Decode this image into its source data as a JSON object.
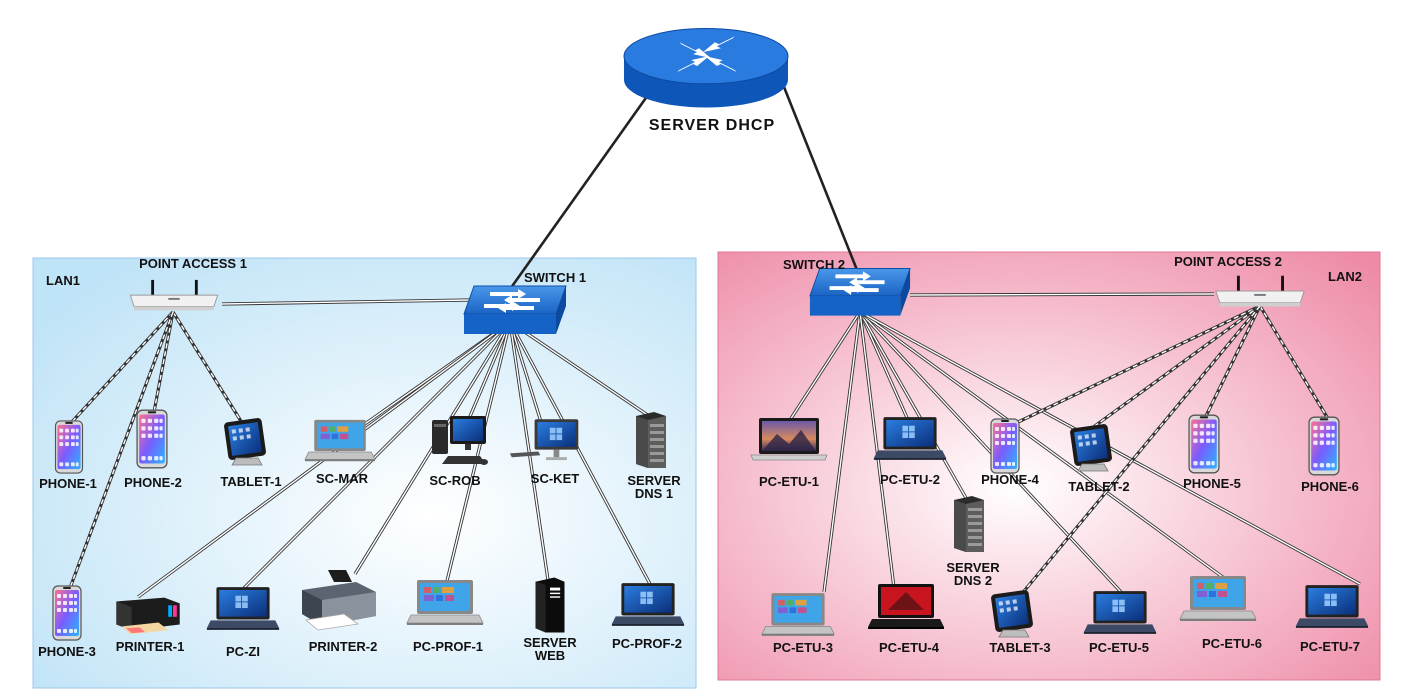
{
  "router": {
    "label": "SERVER DHCP",
    "icon": "router-icon"
  },
  "lan1": {
    "zone_label": "LAN1",
    "switch_label": "SWITCH 1",
    "access_point_label": "POINT ACCESS 1",
    "devices": [
      {
        "key": "phone1",
        "label": "PHONE-1",
        "icon": "smartphone-icon"
      },
      {
        "key": "phone2",
        "label": "PHONE-2",
        "icon": "smartphone-icon"
      },
      {
        "key": "tablet1",
        "label": "TABLET-1",
        "icon": "tablet-icon"
      },
      {
        "key": "scmar",
        "label": "SC-MAR",
        "icon": "laptop-icon"
      },
      {
        "key": "scrob",
        "label": "SC-ROB",
        "icon": "desktop-computer-icon"
      },
      {
        "key": "scket",
        "label": "SC-KET",
        "icon": "all-in-one-pc-icon"
      },
      {
        "key": "dns1",
        "label": [
          "SERVER",
          "DNS 1"
        ],
        "icon": "server-rack-icon"
      },
      {
        "key": "phone3",
        "label": "PHONE-3",
        "icon": "smartphone-icon"
      },
      {
        "key": "printer1",
        "label": "PRINTER-1",
        "icon": "inkjet-printer-icon"
      },
      {
        "key": "pczi",
        "label": "PC-ZI",
        "icon": "laptop-icon"
      },
      {
        "key": "printer2",
        "label": "PRINTER-2",
        "icon": "printer-icon"
      },
      {
        "key": "pcprof1",
        "label": "PC-PROF-1",
        "icon": "laptop-icon"
      },
      {
        "key": "web",
        "label": [
          "SERVER",
          "WEB"
        ],
        "icon": "tower-server-icon"
      },
      {
        "key": "pcprof2",
        "label": "PC-PROF-2",
        "icon": "laptop-icon"
      }
    ]
  },
  "lan2": {
    "zone_label": "LAN2",
    "switch_label": "SWITCH 2",
    "access_point_label": "POINT ACCESS 2",
    "devices": [
      {
        "key": "pcetu1",
        "label": "PC-ETU-1",
        "icon": "macbook-icon"
      },
      {
        "key": "pcetu2",
        "label": "PC-ETU-2",
        "icon": "laptop-icon"
      },
      {
        "key": "phone4",
        "label": "PHONE-4",
        "icon": "smartphone-icon"
      },
      {
        "key": "tablet2",
        "label": "TABLET-2",
        "icon": "tablet-icon"
      },
      {
        "key": "phone5",
        "label": "PHONE-5",
        "icon": "smartphone-icon"
      },
      {
        "key": "phone6",
        "label": "PHONE-6",
        "icon": "smartphone-icon"
      },
      {
        "key": "dns2",
        "label": [
          "SERVER",
          "DNS 2"
        ],
        "icon": "server-rack-icon"
      },
      {
        "key": "pcetu3",
        "label": "PC-ETU-3",
        "icon": "laptop-icon"
      },
      {
        "key": "pcetu4",
        "label": "PC-ETU-4",
        "icon": "laptop-icon"
      },
      {
        "key": "tablet3",
        "label": "TABLET-3",
        "icon": "tablet-icon"
      },
      {
        "key": "pcetu5",
        "label": "PC-ETU-5",
        "icon": "laptop-icon"
      },
      {
        "key": "pcetu6",
        "label": "PC-ETU-6",
        "icon": "laptop-icon"
      },
      {
        "key": "pcetu7",
        "label": "PC-ETU-7",
        "icon": "laptop-icon"
      }
    ]
  },
  "colors": {
    "lan1_background": "#cfe9f8",
    "lan2_background": "#f2a3b8",
    "network_device_blue": "#1c6fd1",
    "cable": "#222222"
  }
}
